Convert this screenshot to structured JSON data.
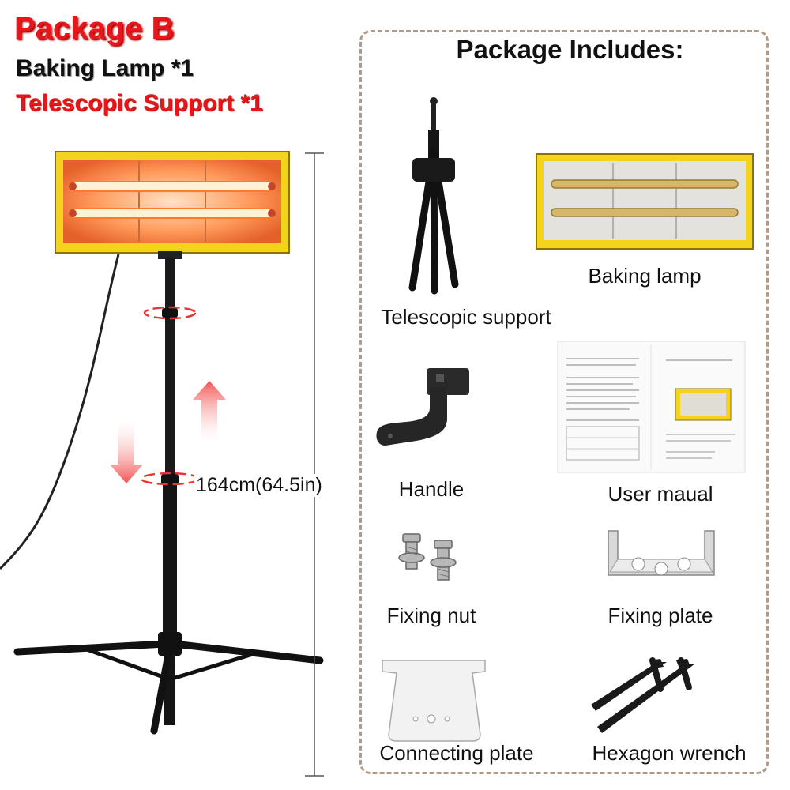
{
  "header": {
    "title": "Package B",
    "line1": "Baking Lamp *1",
    "line2": "Telescopic Support *1"
  },
  "dimension": {
    "height_label": "164cm(64.5in)"
  },
  "includes": {
    "title": "Package Includes:",
    "items": [
      {
        "label": "Telescopic support",
        "icon": "tripod-stand-icon"
      },
      {
        "label": "Baking lamp",
        "icon": "baking-lamp-icon"
      },
      {
        "label": "Handle",
        "icon": "handle-icon"
      },
      {
        "label": "User maual",
        "icon": "manual-icon"
      },
      {
        "label": "Fixing nut",
        "icon": "fixing-nut-icon"
      },
      {
        "label": "Fixing plate",
        "icon": "fixing-plate-icon"
      },
      {
        "label": "Connecting plate",
        "icon": "connecting-plate-icon"
      },
      {
        "label": "Hexagon wrench",
        "icon": "hexagon-wrench-icon"
      }
    ]
  },
  "colors": {
    "accent_red": "#e8161a",
    "lamp_yellow": "#f4d31c",
    "panel_border": "#b39a86"
  }
}
